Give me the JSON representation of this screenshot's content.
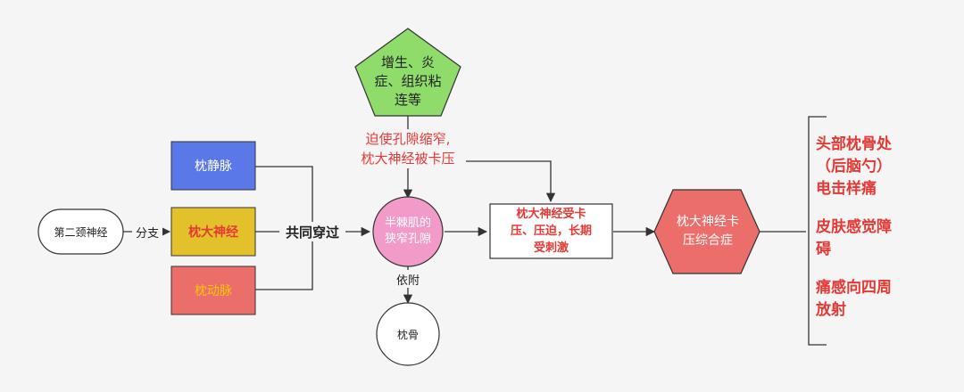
{
  "nodes": {
    "c2": "第二颈神经",
    "occipital_vein": "枕静脉",
    "greater_occipital_nerve": "枕大神经",
    "occipital_artery": "枕动脉",
    "gap": "半棘肌的\n狭窄孔隙",
    "occipital_bone": "枕骨",
    "pentagon": "增生、炎\n症、组织粘\n连等",
    "stimulation": "枕大神经受卡\n压、压迫，长期\n受刺激",
    "syndrome": "枕大神经卡\n压综合症"
  },
  "edge_labels": {
    "branch": "分支",
    "pass_through": "共同穿过",
    "attach": "依附",
    "narrowing": "迫使孔隙缩窄,\n枕大神经被卡压"
  },
  "symptoms": [
    "头部枕骨处\n（后脑勺）\n电击样痛",
    "皮肤感觉障\n碍",
    "痛感向四周\n放射"
  ],
  "colors": {
    "vein_fill": "#5a78e8",
    "nerve_fill": "#e2c12a",
    "nerve_text": "#e53935",
    "artery_fill": "#ec6e6b",
    "artery_text": "#f5c800",
    "gap_fill": "#f29bc8",
    "pentagon_fill": "#8fdc6a",
    "hexagon_fill": "#ec6e6b",
    "symptom_text": "#e53935"
  }
}
